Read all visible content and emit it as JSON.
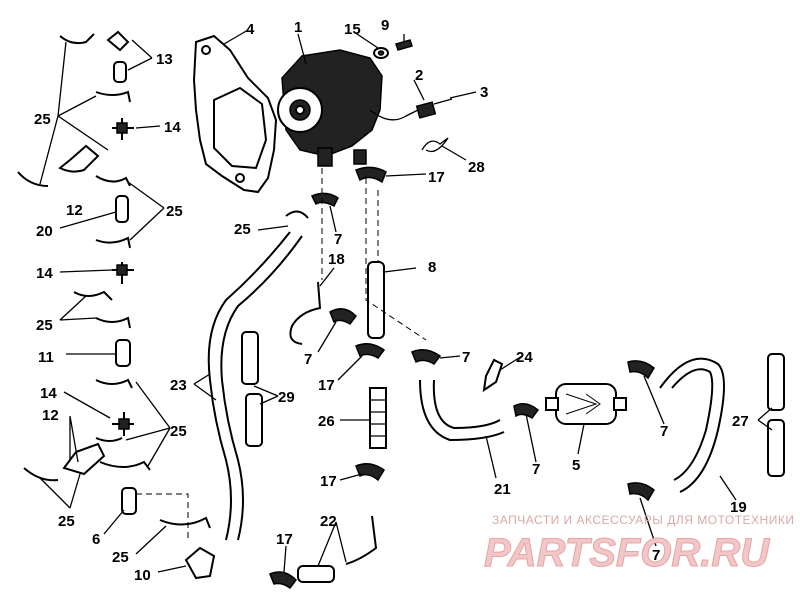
{
  "labels": {
    "l1": "1",
    "l2": "2",
    "l3": "3",
    "l4": "4",
    "l5": "5",
    "l6": "6",
    "l7": "7",
    "l8": "8",
    "l9": "9",
    "l10": "10",
    "l11": "11",
    "l12": "12",
    "l13": "13",
    "l14": "14",
    "l15": "15",
    "l17": "17",
    "l18": "18",
    "l19": "19",
    "l20": "20",
    "l21": "21",
    "l22": "22",
    "l23": "23",
    "l24": "24",
    "l25": "25",
    "l26": "26",
    "l27": "27",
    "l28": "28",
    "l29": "29"
  },
  "watermark": {
    "tagline": "ЗАПЧАСТИ И АКСЕССУАРЫ ДЛЯ МОТОТЕХНИКИ",
    "brand": "PARTSFOR.RU"
  }
}
